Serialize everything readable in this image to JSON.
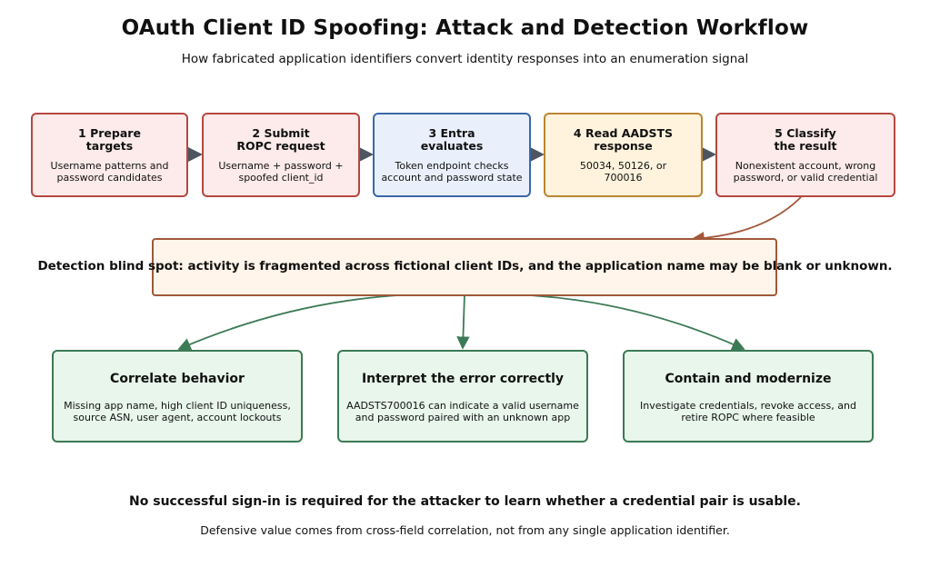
{
  "title": "OAuth Client ID Spoofing: Attack and Detection Workflow",
  "subtitle": "How fabricated application identifiers convert identity responses into an enumeration signal",
  "steps": [
    {
      "head": "1  Prepare\ntargets",
      "desc": "Username patterns and\npassword candidates"
    },
    {
      "head": "2  Submit\nROPC request",
      "desc": "Username + password +\nspoofed client_id"
    },
    {
      "head": "3  Entra\nevaluates",
      "desc": "Token endpoint checks\naccount and password state"
    },
    {
      "head": "4  Read AADSTS\nresponse",
      "desc": "50034, 50126, or\n700016"
    },
    {
      "head": "5  Classify\nthe result",
      "desc": "Nonexistent account, wrong\npassword, or valid credential"
    }
  ],
  "blind_spot": "Detection blind spot: activity is fragmented across fictional client IDs, and the application name may be blank or unknown.",
  "responses": [
    {
      "head": "Correlate behavior",
      "desc": "Missing app name, high client ID uniqueness,\nsource ASN, user agent, account lockouts"
    },
    {
      "head": "Interpret the error correctly",
      "desc": "AADSTS700016 can indicate a valid username\nand password paired with an unknown app"
    },
    {
      "head": "Contain and modernize",
      "desc": "Investigate credentials, revoke access, and\nretire ROPC where feasible"
    }
  ],
  "footer_main": "No successful sign-in is required for the attacker to learn whether a credential pair is usable.",
  "footer_note": "Defensive value comes from cross-field correlation, not from any single application identifier.",
  "colors": {
    "attack_step": "#b5473f",
    "platform_step": "#3a67a8",
    "response_step": "#b98632",
    "blind_spot": "#a1583a",
    "defense": "#3b7a55",
    "flow_arrow": "#4d5560"
  }
}
